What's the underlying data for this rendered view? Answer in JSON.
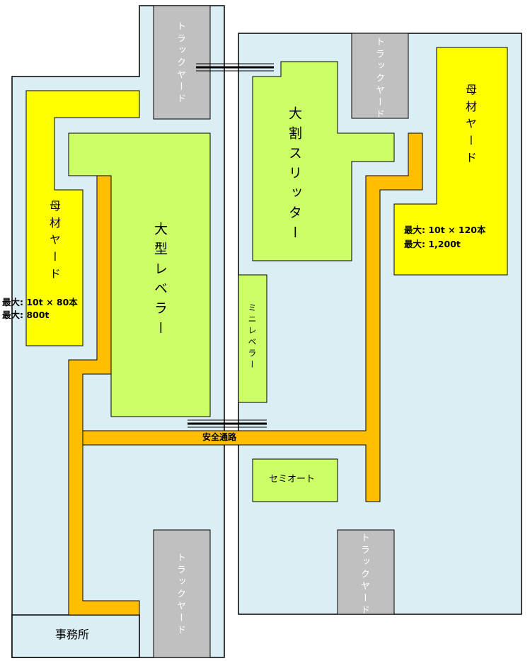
{
  "colors": {
    "floor": "#dbeef4",
    "track_yard": "#c0c0c0",
    "material_yard": "#ffff00",
    "machine": "#ccff66",
    "safety_path": "#ffbf00",
    "outline": "#000000"
  },
  "labels": {
    "track_yard_top_left": "トラックヤード",
    "track_yard_top_right": "トラックヤード",
    "track_yard_bottom_left": "トラックヤード",
    "track_yard_bottom_right": "トラックヤード",
    "material_yard_left": "母材ヤード",
    "material_yard_right": "母材ヤード",
    "large_leveler": "大型レベラー",
    "mini_leveler": "ミニレベラー",
    "large_slitter": "大割スリッター",
    "semi_auto": "セミオート",
    "safety_path": "安全通路",
    "office": "事務所"
  },
  "capacity": {
    "left_line1": "最大: 10t × 80本",
    "left_line2": "最大: 800t",
    "right_line1": "最大: 10t × 120本",
    "right_line2": "最大: 1,200t"
  }
}
